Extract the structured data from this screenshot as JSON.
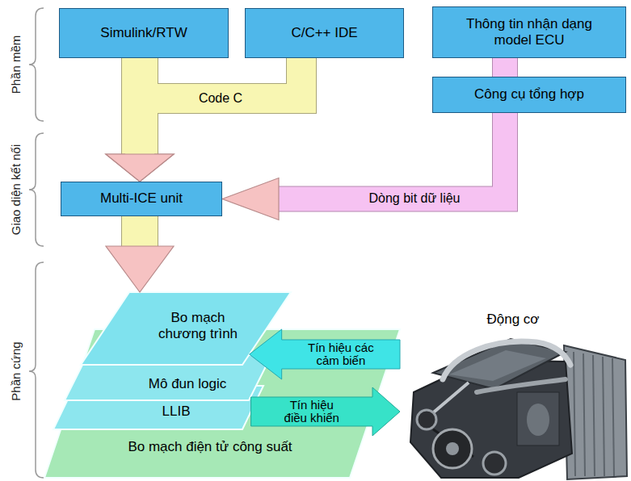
{
  "diagram": {
    "nodes": [
      {
        "text": [
          "Simulink/RTW"
        ]
      },
      {
        "text": [
          "C/C++ IDE"
        ]
      },
      {
        "text": [
          "Thông tin nhận dạng model ECU"
        ]
      },
      {
        "text": [
          "Công cụ tổng hợp"
        ]
      },
      {
        "text": [
          "Multi-ICE unit"
        ]
      },
      {
        "text": [
          "Bo mạch chương trình"
        ]
      },
      {
        "text": [
          "Mô đun logic"
        ]
      },
      {
        "text": [
          "LLIB"
        ]
      },
      {
        "text": [
          "Bo mạch điện tử công suất"
        ]
      },
      {
        "text": [
          "Động cơ"
        ]
      }
    ],
    "edges": [
      {
        "from": 0,
        "to": 4,
        "arrow": "to"
      },
      {
        "from": 1,
        "to": 4,
        "label": "Code C",
        "arrow": "to"
      },
      {
        "from": 2,
        "to": 3,
        "arrow": "none"
      },
      {
        "from": 3,
        "to": 4,
        "label": "Dòng bit dữ liệu",
        "arrow": "to"
      },
      {
        "from": 4,
        "to": 5,
        "arrow": "to"
      },
      {
        "from": 9,
        "to": 5,
        "label": "Tín hiệu các cảm biến",
        "arrow": "to"
      },
      {
        "from": 7,
        "to": 9,
        "label": "Tín hiệu điều khiển",
        "arrow": "to"
      }
    ],
    "labels": [
      "Phần mềm",
      "Giao diện kết nối",
      "Phần cứng"
    ]
  }
}
